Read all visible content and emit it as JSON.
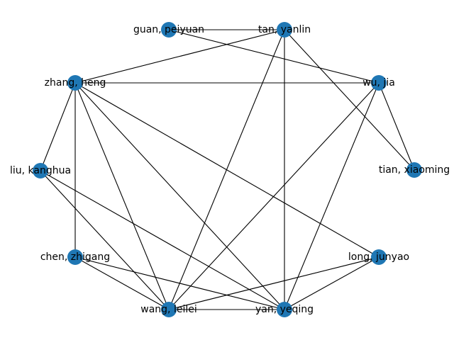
{
  "graph": {
    "node_color": "#1f77b4",
    "edge_color": "#000000",
    "label_color": "#000000",
    "nodes": [
      {
        "id": "zhang",
        "label": "zhang, heng"
      },
      {
        "id": "tan",
        "label": "tan, yanlin"
      },
      {
        "id": "guan",
        "label": "guan, peiyuan"
      },
      {
        "id": "wu",
        "label": "wu, jia"
      },
      {
        "id": "tian",
        "label": "tian, xiaoming"
      },
      {
        "id": "liu",
        "label": "liu, kanghua"
      },
      {
        "id": "chen",
        "label": "chen, zhigang"
      },
      {
        "id": "long",
        "label": "long, junyao"
      },
      {
        "id": "wang",
        "label": "wang, leilei"
      },
      {
        "id": "yan",
        "label": "yan, yeqing"
      }
    ],
    "edges": [
      [
        "guan",
        "tan"
      ],
      [
        "guan",
        "wu"
      ],
      [
        "tan",
        "zhang"
      ],
      [
        "tan",
        "tian"
      ],
      [
        "tan",
        "wang"
      ],
      [
        "tan",
        "yan"
      ],
      [
        "zhang",
        "wu"
      ],
      [
        "zhang",
        "liu"
      ],
      [
        "zhang",
        "chen"
      ],
      [
        "zhang",
        "wang"
      ],
      [
        "zhang",
        "yan"
      ],
      [
        "zhang",
        "long"
      ],
      [
        "wu",
        "tian"
      ],
      [
        "wu",
        "wang"
      ],
      [
        "wu",
        "yan"
      ],
      [
        "liu",
        "wang"
      ],
      [
        "liu",
        "yan"
      ],
      [
        "chen",
        "wang"
      ],
      [
        "chen",
        "yan"
      ],
      [
        "long",
        "wang"
      ],
      [
        "long",
        "yan"
      ],
      [
        "wang",
        "yan"
      ]
    ]
  }
}
